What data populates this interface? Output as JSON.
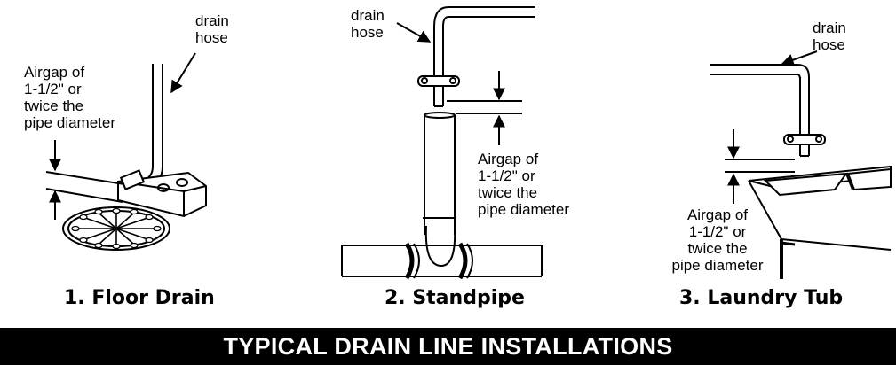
{
  "panels": [
    {
      "caption": "1. Floor Drain",
      "hose_label": [
        "drain",
        "hose"
      ],
      "airgap_label": [
        "Airgap of",
        "1-1/2\" or",
        "twice the",
        "pipe diameter"
      ]
    },
    {
      "caption": "2. Standpipe",
      "hose_label": [
        "drain",
        "hose"
      ],
      "airgap_label": [
        "Airgap of",
        "1-1/2\" or",
        "twice the",
        "pipe diameter"
      ]
    },
    {
      "caption": "3. Laundry Tub",
      "hose_label": [
        "drain",
        "hose"
      ],
      "airgap_label": [
        "Airgap of",
        "1-1/2\" or",
        "twice the",
        "pipe diameter"
      ]
    }
  ],
  "banner": "TYPICAL DRAIN LINE INSTALLATIONS"
}
